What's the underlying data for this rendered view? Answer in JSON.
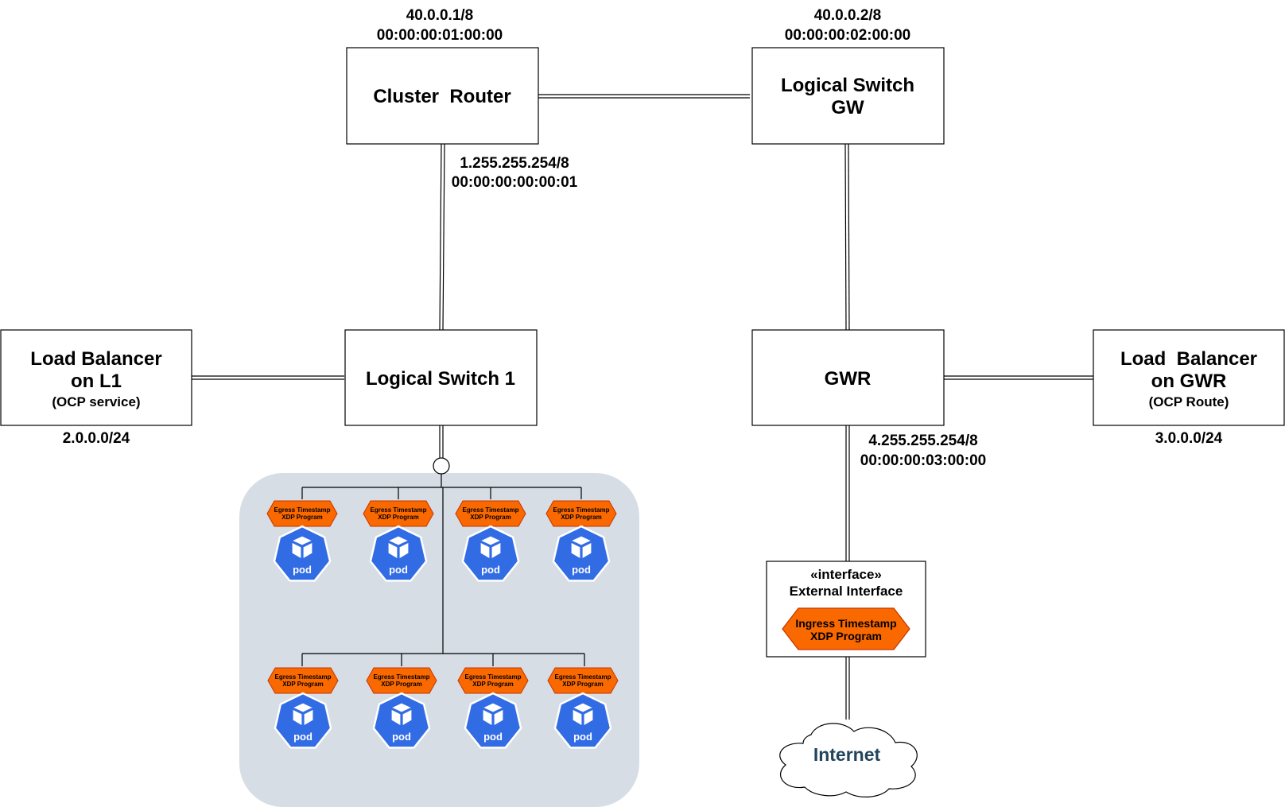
{
  "cluster_router": {
    "label": "Cluster  Router",
    "top_ip": "40.0.0.1/8",
    "top_mac": "00:00:00:01:00:00",
    "bottom_ip": "1.255.255.254/8",
    "bottom_mac": "00:00:00:00:00:01"
  },
  "switch_gw": {
    "line1": "Logical Switch",
    "line2": "GW",
    "ip": "40.0.0.2/8",
    "mac": "00:00:00:02:00:00"
  },
  "switch1": {
    "label": "Logical Switch 1"
  },
  "gwr": {
    "label": "GWR",
    "ip": "4.255.255.254/8",
    "mac": "00:00:00:03:00:00"
  },
  "lb_l1": {
    "line1": "Load Balancer",
    "line2": "on L1",
    "note": "(OCP service)",
    "subnet": "2.0.0.0/24"
  },
  "lb_gwr": {
    "line1": "Load  Balancer",
    "line2": "on GWR",
    "note": "(OCP Route)",
    "subnet": "3.0.0.0/24"
  },
  "pods": {
    "program_line1": "Egress Timestamp",
    "program_line2": "XDP Program",
    "pod_label": "pod"
  },
  "external_interface": {
    "stereotype": "«interface»",
    "title": "External Interface",
    "program_line1": "Ingress Timestamp",
    "program_line2": "XDP Program"
  },
  "internet": {
    "label": "Internet"
  },
  "colors": {
    "pod_blue": "#326ce5",
    "program_orange": "#fa6800",
    "program_border": "#c73500",
    "pod_group_bg": "#d6dde4",
    "internet_text": "#23445d"
  }
}
